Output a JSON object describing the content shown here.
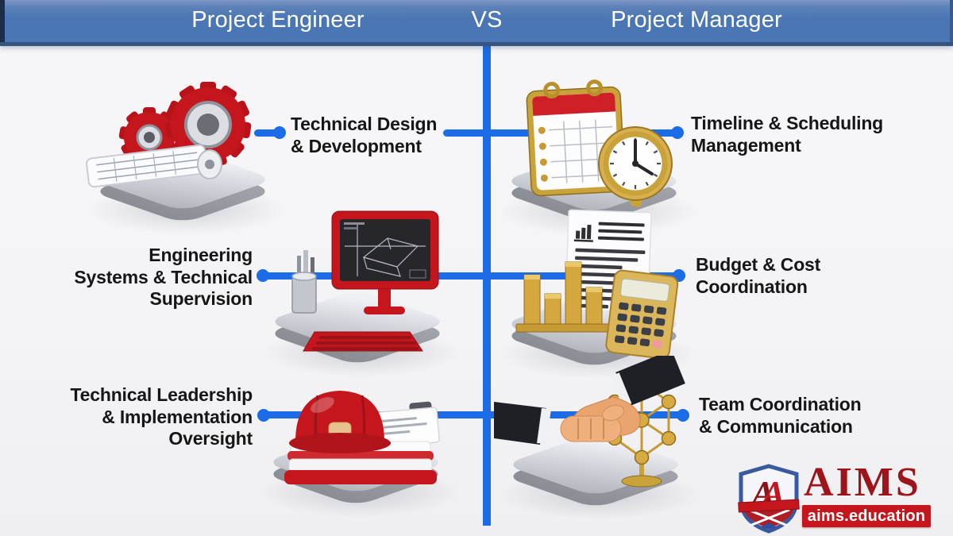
{
  "header": {
    "left_title": "Project Engineer",
    "separator": "VS",
    "right_title": "Project Manager"
  },
  "comparison": {
    "rows": [
      {
        "left": {
          "icon": "gears-blueprint",
          "label_lines": [
            "Technical Design",
            "& Development"
          ]
        },
        "right": {
          "icon": "calendar-clock",
          "label_lines": [
            "Timeline & Scheduling",
            "Management"
          ]
        }
      },
      {
        "left": {
          "icon": "cad-workstation",
          "label_lines": [
            "Engineering",
            "Systems & Technical",
            "Supervision"
          ]
        },
        "right": {
          "icon": "bar-chart-calculator",
          "label_lines": [
            "Budget & Cost",
            "Coordination"
          ]
        }
      },
      {
        "left": {
          "icon": "hardhat-documents",
          "label_lines": [
            "Technical Leadership",
            "& Implementation",
            "Oversight"
          ]
        },
        "right": {
          "icon": "handshake-network",
          "label_lines": [
            "Team Coordination",
            "& Communication"
          ]
        }
      }
    ]
  },
  "logo": {
    "brand": "AIMS",
    "domain": "aims.education",
    "monogram": "A"
  },
  "colors": {
    "accent_blue": "#1b6ce6",
    "header_blue": "#4a76b4",
    "brand_red": "#c4161c",
    "gold": "#c79a33",
    "logo_red": "#9e141b",
    "platform_gray": "#c9cad1",
    "text": "#141414",
    "background": "#f5f5f7"
  }
}
